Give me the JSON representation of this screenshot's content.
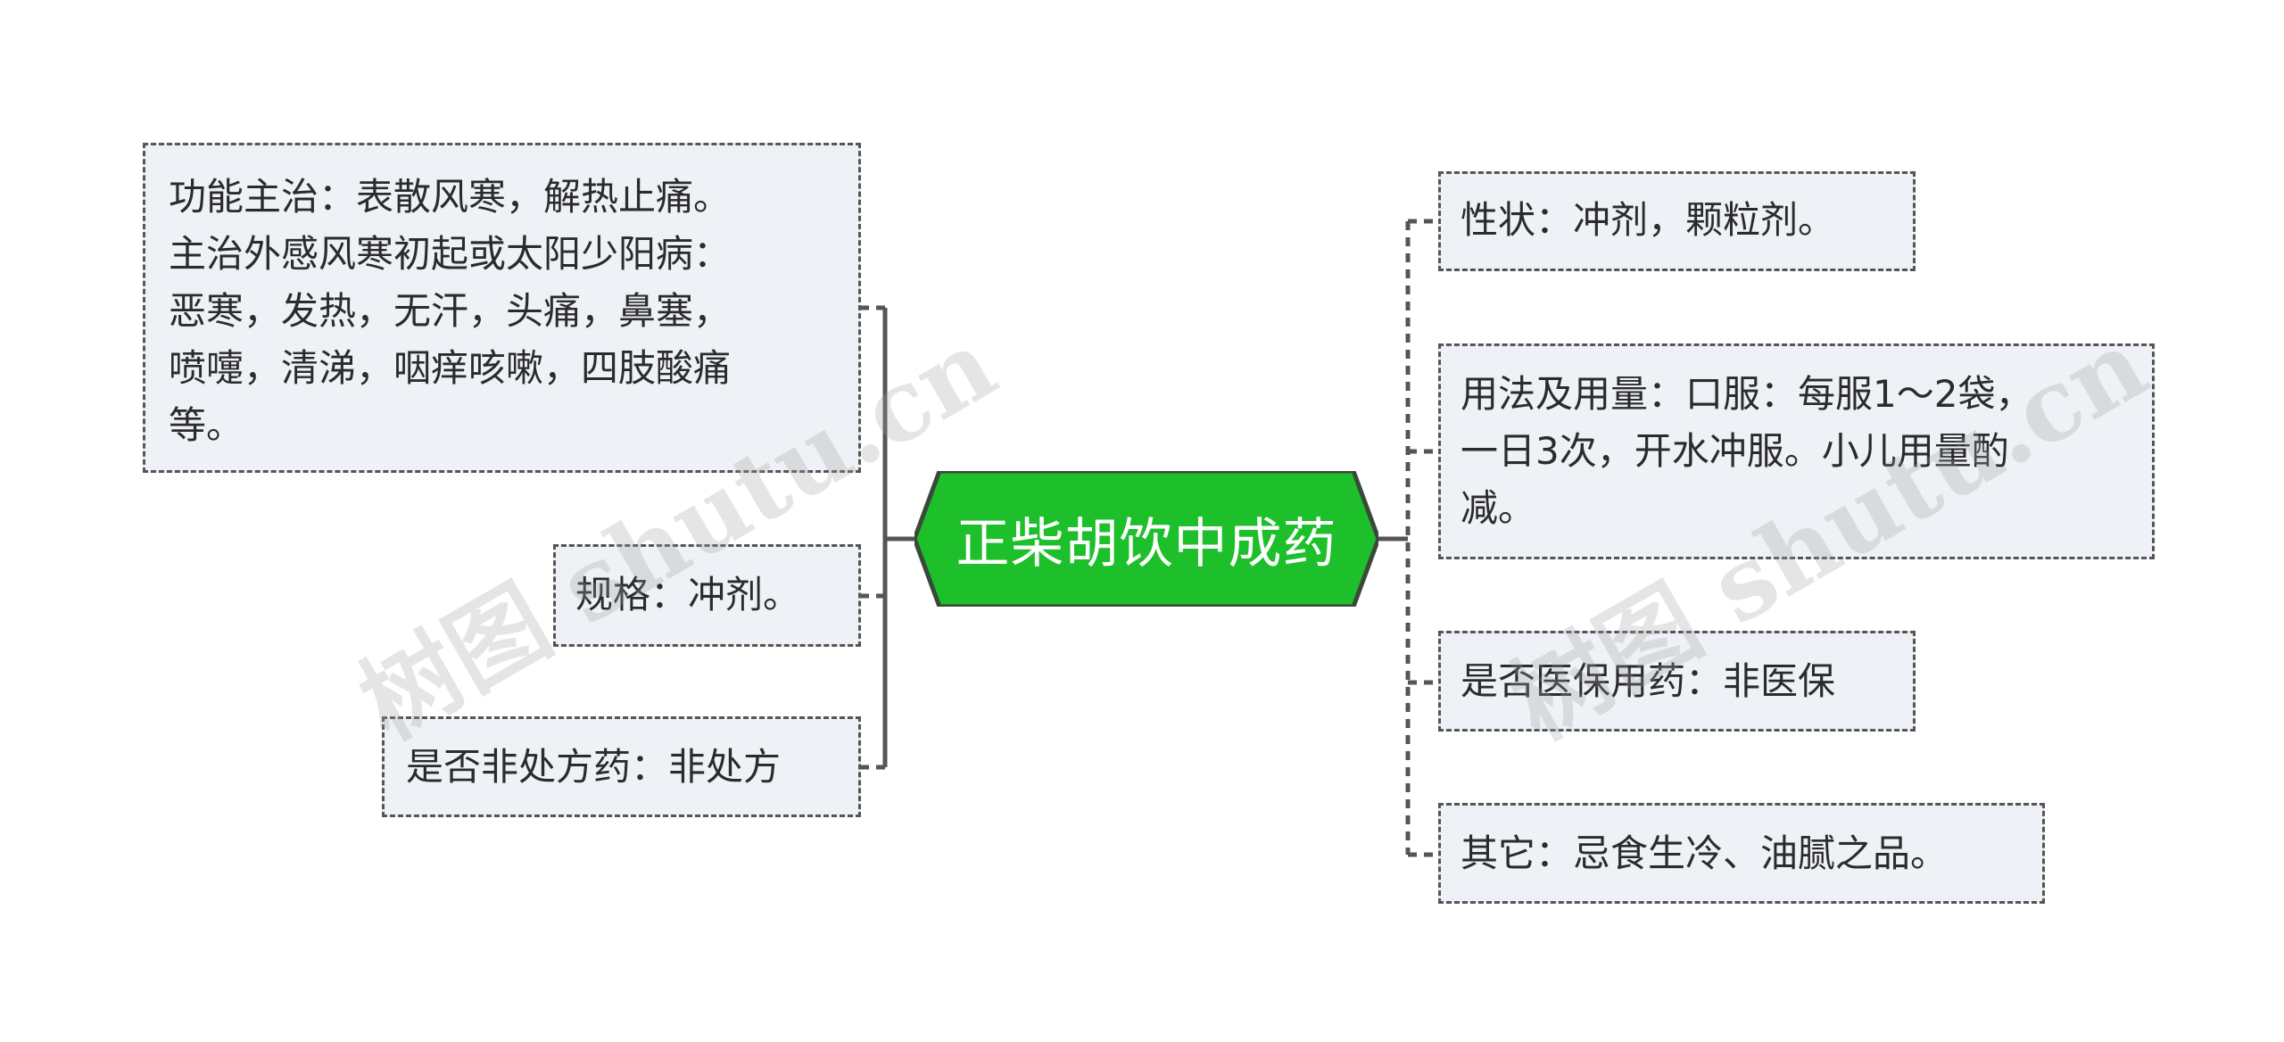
{
  "root": {
    "label": "正柴胡饮中成药"
  },
  "left_nodes": [
    {
      "id": "function",
      "lines": [
        "功能主治：表散风寒，解热止痛。",
        "主治外感风寒初起或太阳少阳病：",
        "恶寒，发热，无汗，头痛，鼻塞，",
        "喷嚏，清涕，咽痒咳嗽，四肢酸痛",
        "等。"
      ]
    },
    {
      "id": "spec",
      "lines": [
        "规格：冲剂。"
      ]
    },
    {
      "id": "otc",
      "lines": [
        "是否非处方药：非处方"
      ]
    }
  ],
  "right_nodes": [
    {
      "id": "property",
      "lines": [
        "性状：冲剂，颗粒剂。"
      ]
    },
    {
      "id": "usage",
      "lines": [
        "用法及用量：口服：每服1～2袋，",
        "一日3次，开水冲服。小儿用量酌",
        "减。"
      ]
    },
    {
      "id": "insurance",
      "lines": [
        "是否医保用药：非医保"
      ]
    },
    {
      "id": "other",
      "lines": [
        "其它：忌食生冷、油腻之品。"
      ]
    }
  ],
  "watermarks": [
    "树图 shutu.cn",
    "树图 shutu.cn"
  ],
  "colors": {
    "root_fill": "#1dbf2a",
    "root_stroke": "#3a4a3a",
    "node_fill": "#eef1f5",
    "node_border": "#555555",
    "connector": "#555555"
  }
}
